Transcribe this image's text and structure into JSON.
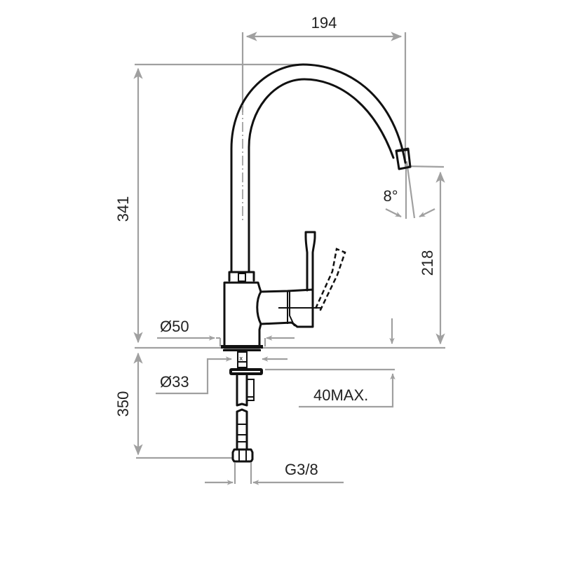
{
  "drawing": {
    "subject": "single-lever kitchen faucet with swivel spout",
    "units": "mm",
    "colors": {
      "outline": "#111111",
      "dimension_lines": "#a0a0a0",
      "text": "#222222",
      "background": "#ffffff"
    },
    "dimensions": {
      "spout_reach": "194",
      "total_height": "341",
      "spout_outlet_height": "218",
      "spout_angle": "8°",
      "base_diameter": "Ø50",
      "mounting_hole_diameter": "Ø33",
      "supply_hose_length": "350",
      "max_countertop_thickness": "40MAX.",
      "connection_thread": "G3/8"
    }
  }
}
